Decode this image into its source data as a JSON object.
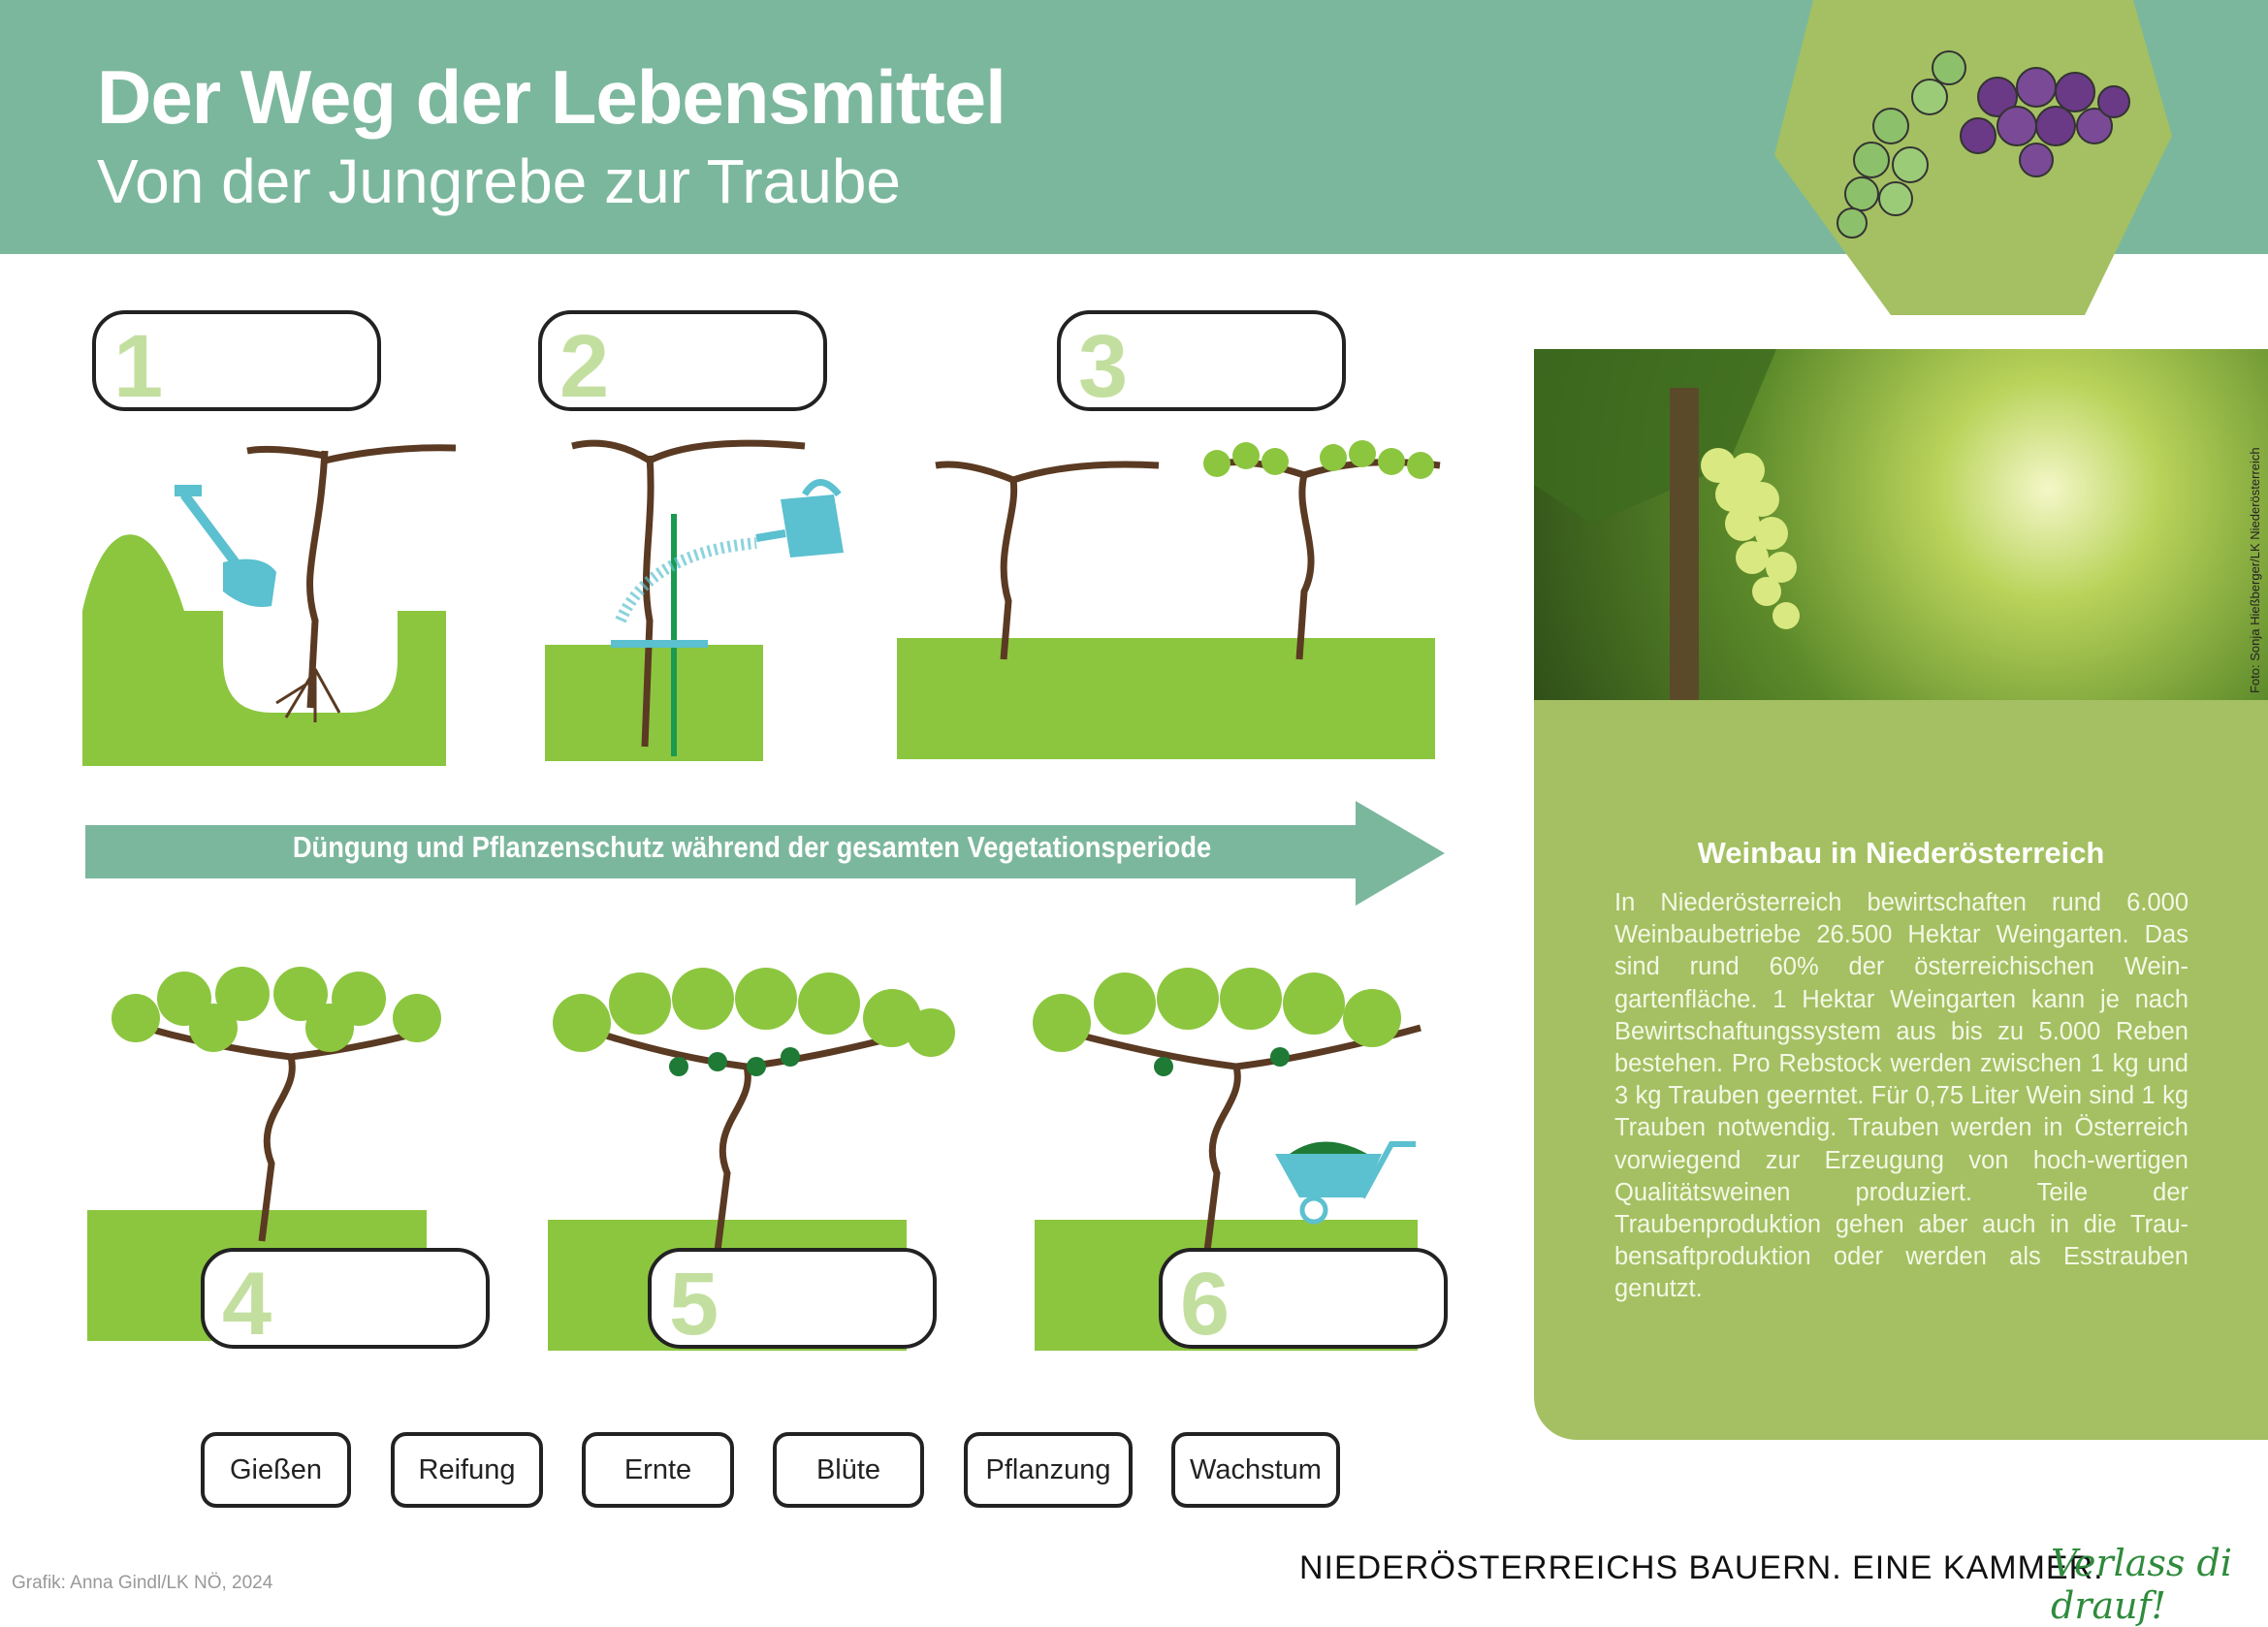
{
  "header": {
    "title": "Der Weg der Lebensmittel",
    "subtitle": "Von der Jungrebe zur Traube"
  },
  "steps": [
    {
      "number": "1"
    },
    {
      "number": "2"
    },
    {
      "number": "3"
    },
    {
      "number": "4"
    },
    {
      "number": "5"
    },
    {
      "number": "6"
    }
  ],
  "arrow": {
    "label": "Düngung und Pflanzenschutz während der gesamten Vegetationsperiode"
  },
  "photo": {
    "credit": "Foto: Sonja Hießberger/LK Niederösterreich"
  },
  "info": {
    "title": "Weinbau in Niederösterreich",
    "text": "In Niederösterreich bewirtschaften rund 6.000 Weinbaubetriebe 26.500 Hektar Weingarten. Das sind rund 60% der österreichischen Wein-gartenfläche. 1 Hektar Weingarten kann je nach Bewirtschaftungssystem aus bis zu 5.000 Reben bestehen. Pro Rebstock werden zwischen 1 kg und 3 kg Trauben geerntet. Für 0,75 Liter Wein sind 1 kg Trauben notwendig. Trauben werden in Österreich vorwiegend zur Erzeugung von hoch-wertigen Qualitätsweinen produziert. Teile der Traubenproduktion gehen aber auch in die Trau-bensaftproduktion oder werden als Esstrauben genutzt."
  },
  "words": [
    "Gießen",
    "Reifung",
    "Ernte",
    "Blüte",
    "Pflanzung",
    "Wachstum"
  ],
  "footer": {
    "credit": "Grafik: Anna Gindl/LK NÖ, 2024",
    "slogan": "NIEDERÖSTERREICHS BAUERN. EINE KAMMER.",
    "tagline": "Verlass di drauf!"
  },
  "colors": {
    "header": "#7bb79d",
    "soil": "#8cc63f",
    "panel": "#a4c062",
    "accent": "#5bc0cf",
    "trunk": "#5a3a22"
  }
}
